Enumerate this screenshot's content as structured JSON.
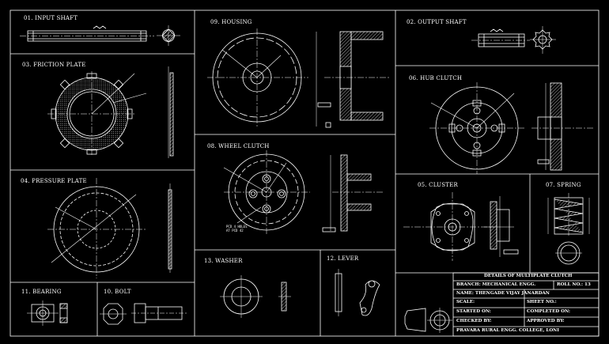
{
  "panels": {
    "input_shaft": "01. INPUT SHAFT",
    "output_shaft": "02. OUTPUT SHAFT",
    "friction_plate": "03. FRICTION PLATE",
    "pressure_plate": "04. PRESSURE PLATE",
    "cluster": "05. CLUSTER",
    "hub_clutch": "06. HUB CLUTCH",
    "spring": "07. SPRING",
    "wheel_clutch": "08. WHEEL CLUTCH",
    "housing": "09. HOUSING",
    "bolt": "10. BOLT",
    "bearing": "11. BEARING",
    "lever": "12. LEVER",
    "washer": "13. WASHER"
  },
  "notes": {
    "holes_line1": "PCD 4 HOLES",
    "holes_line2": "AT PCD 42"
  },
  "title_block": {
    "title": "DETAILS OF MULTIPLATE CLUTCH",
    "branch": "BRANCH: MECHANICAL ENGG.",
    "roll": "ROLL NO.: 13",
    "name": "NAME: THENGADE VIJAY JANARDAN",
    "scale": "SCALE:",
    "sheet": "SHEET NO.:",
    "started": "STARTED ON:",
    "completed": "COMPLETED ON:",
    "checked": "CHECKED BY:",
    "approved": "APPROVED BY:",
    "college": "PRAVARA RURAL ENGG. COLLEGE, LONI"
  },
  "colors": {
    "background": "#000000",
    "lines": "#ffffff"
  }
}
